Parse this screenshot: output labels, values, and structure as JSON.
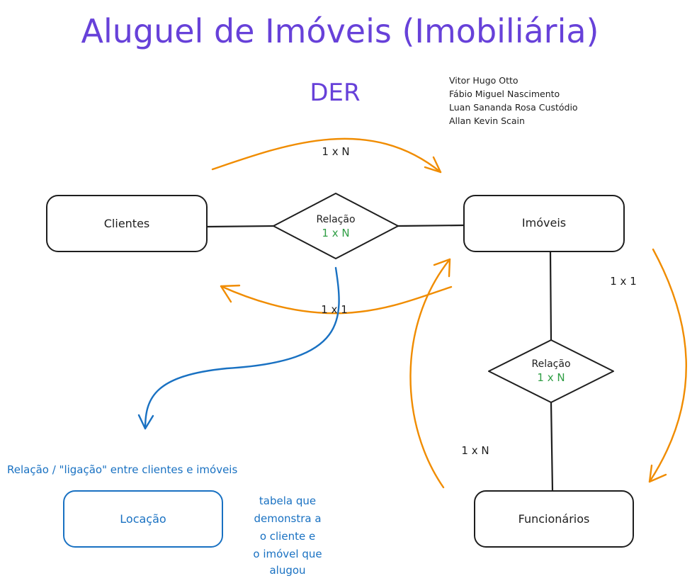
{
  "title": "Aluguel de Imóveis (Imobiliária)",
  "subtitle": "DER",
  "authors": [
    "Vitor Hugo Otto",
    "Fábio Miguel Nascimento",
    "Luan Sananda Rosa Custódio",
    "Allan Kevin Scain"
  ],
  "entities": {
    "clientes": "Clientes",
    "imoveis": "Imóveis",
    "funcionarios": "Funcionários",
    "locacao": "Locação"
  },
  "relations": {
    "top": {
      "label": "Relação",
      "cardinality": "1 x N"
    },
    "right": {
      "label": "Relação",
      "cardinality": "1 x N"
    }
  },
  "arrow_labels": {
    "top_arrow": "1 x N",
    "bottom_arrow": "1 x 1",
    "right_arrow": "1 x 1",
    "left_arrow": "1 x N"
  },
  "notes": {
    "locacao_caption": "Relação / \"ligação\" entre clientes e imóveis",
    "locacao_description": [
      "tabela que",
      "demonstra a",
      "o cliente e",
      "o imóvel que",
      "alugou"
    ]
  },
  "colors": {
    "title": "#6741d9",
    "stroke": "#1e1e1e",
    "orange_arrow": "#f08c00",
    "blue": "#1971c2",
    "green": "#2f9e44"
  }
}
